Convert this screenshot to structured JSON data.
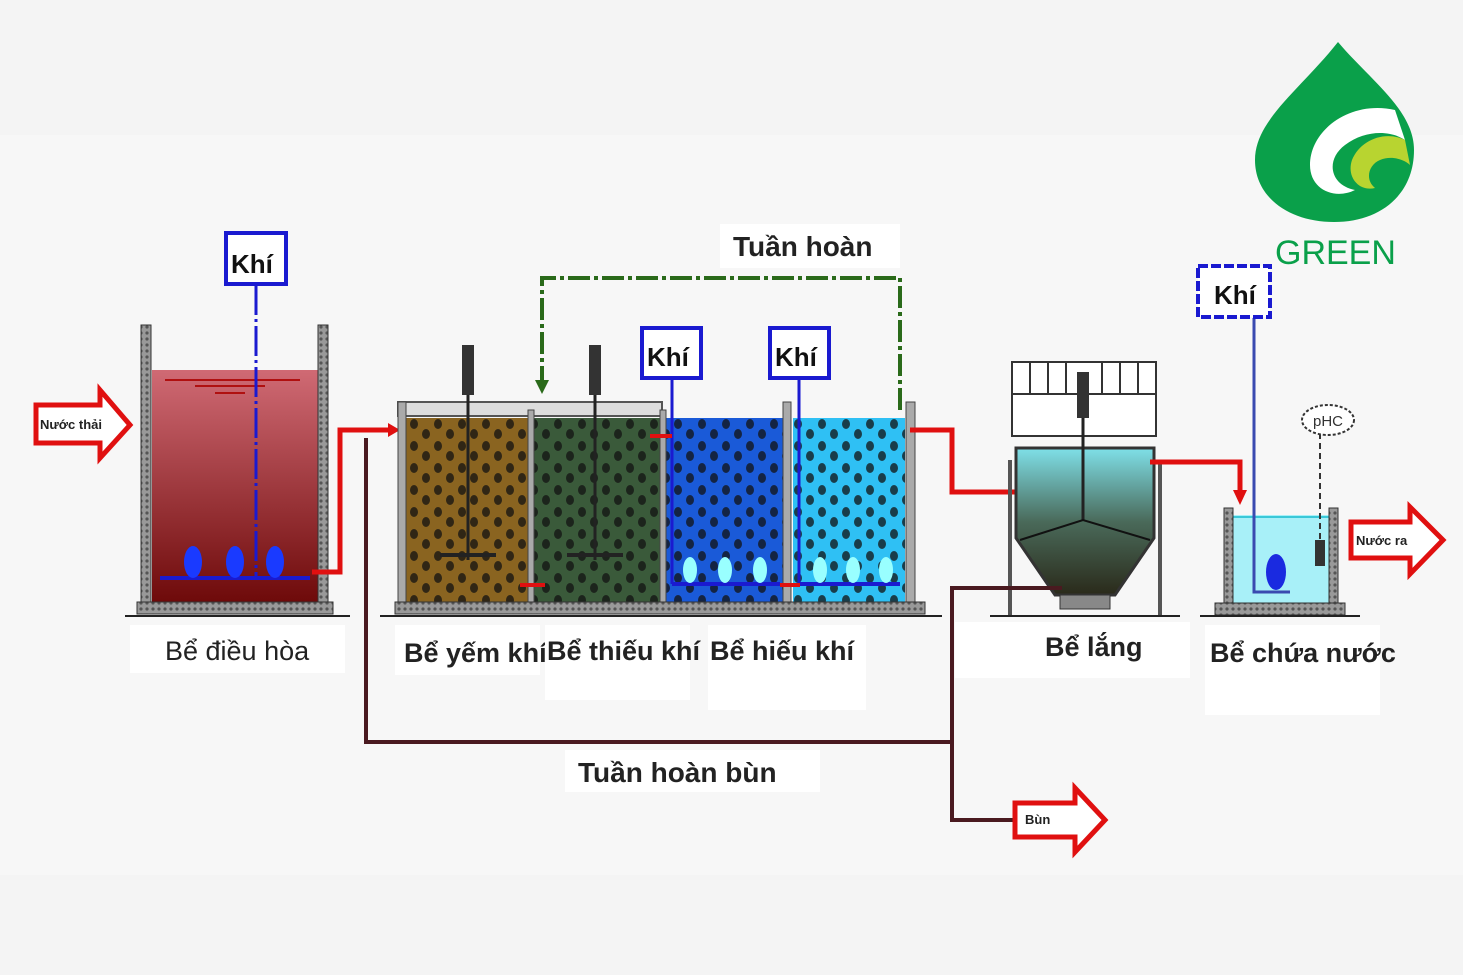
{
  "inputs": {
    "wastewater": "Nước thải"
  },
  "outputs": {
    "treated_water": "Nước ra",
    "sludge": "Bùn"
  },
  "air_label": "Khí",
  "tanks": [
    {
      "label": "Bể điều hòa"
    },
    {
      "label": "Bể yếm khí"
    },
    {
      "label": "Bể thiếu khí"
    },
    {
      "label": "Bể hiếu khí"
    },
    {
      "label": "Bể lắng"
    },
    {
      "label": "Bể chứa nước"
    }
  ],
  "flows": {
    "recirculation": "Tuần hoàn",
    "sludge_recirculation": "Tuần hoàn bùn"
  },
  "sensor": "pHC",
  "logo": {
    "text": "GREEN"
  },
  "colors": {
    "pipe": "#e01010",
    "air": "#1a1ad0",
    "recirc": "#2a6a1a",
    "sludge_line": "#4a1a20",
    "logo": "#0aa04a"
  }
}
